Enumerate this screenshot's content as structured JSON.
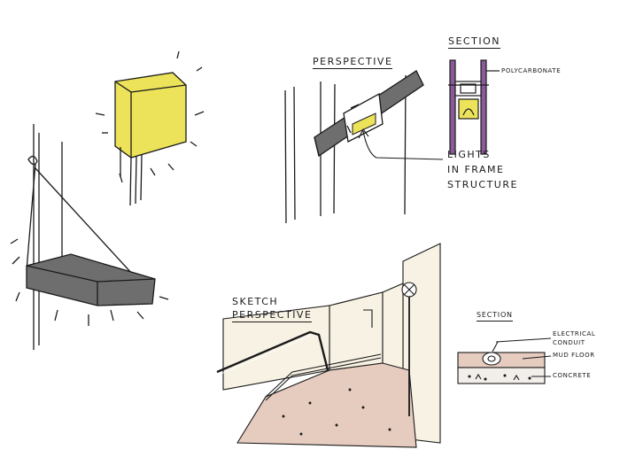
{
  "labels": {
    "perspective": "PERSPECTIVE",
    "section_top": "SECTION",
    "polycarbonate": "POLYCARBONATE",
    "lights_line1": "LIGHTS",
    "lights_line2": "IN FRAME",
    "lights_line3": "STRUCTURE",
    "sketch_line1": "SKETCH",
    "sketch_line2": "PERSPECTIVE",
    "section_bottom": "SECTION",
    "electrical_line1": "ELECTRICAL",
    "electrical_line2": "CONDUIT",
    "mud_floor": "MUD FLOOR",
    "concrete": "CONCRETE"
  },
  "colors": {
    "ink": "#1a1a1a",
    "yellow": "#ece35a",
    "gray_slab": "#6e6e6e",
    "purple": "#8a5a9a",
    "floor_pink": "#e6cbbf",
    "wall_cream": "#f7f2e4"
  }
}
